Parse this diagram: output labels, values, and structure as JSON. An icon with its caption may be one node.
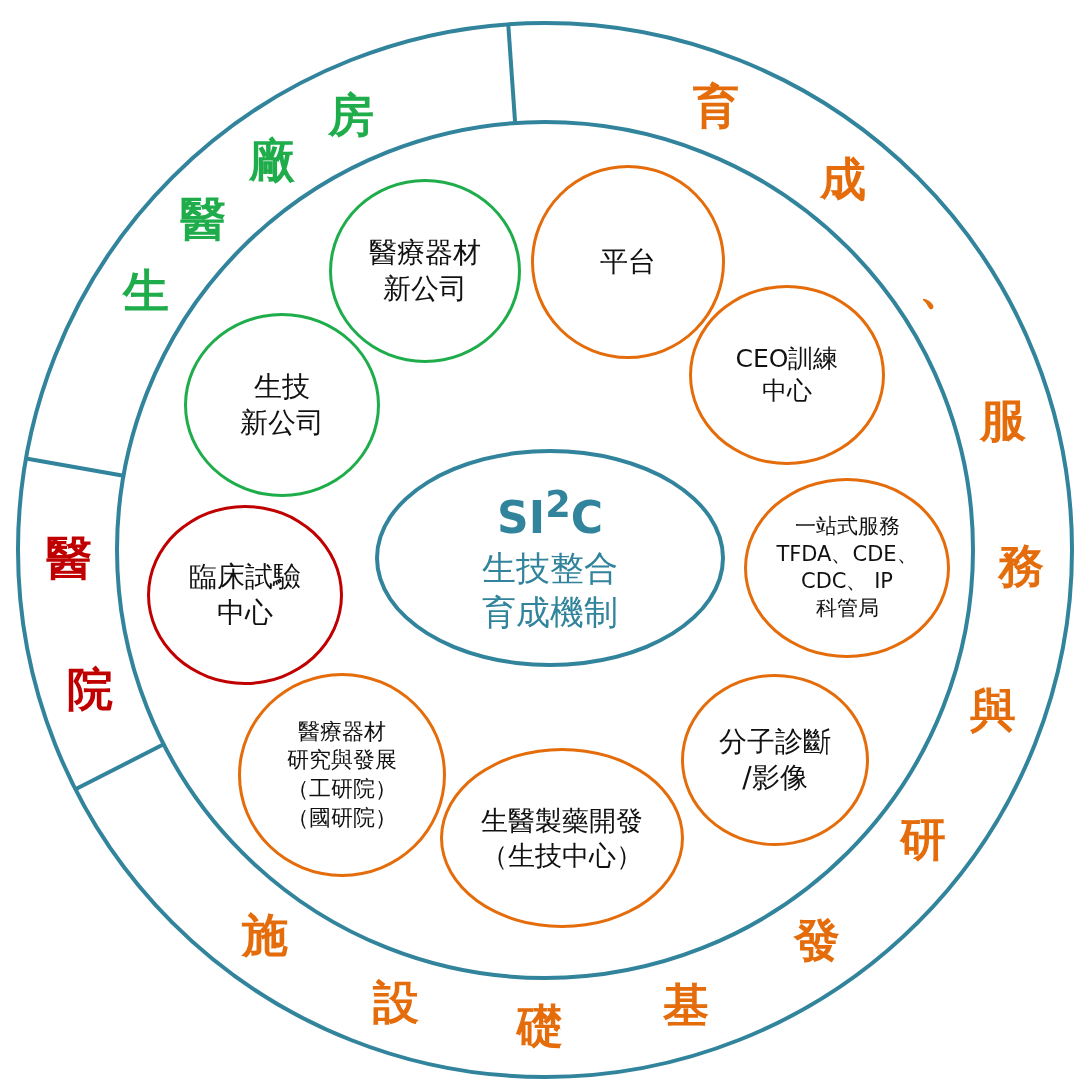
{
  "diagram": {
    "nodes": [
      {
        "text": [
          "SI$^{2}$C",
          "生技整合育成機制"
        ]
      },
      {
        "text": [
          "醫療器材新公司"
        ]
      },
      {
        "text": [
          "平台"
        ]
      },
      {
        "text": [
          "CEO訓練中心"
        ]
      },
      {
        "text": [
          "一站式服務TFDA、CDE、CDC、 IP科管局"
        ]
      },
      {
        "text": [
          "分子診斷/影像"
        ]
      },
      {
        "text": [
          "生醫製藥開發（生技中心）"
        ]
      },
      {
        "text": [
          "醫療器材研究與發展（工研院）（國研院）"
        ]
      },
      {
        "text": [
          "臨床試驗中心"
        ]
      },
      {
        "text": [
          "生技新公司"
        ]
      }
    ],
    "labels": [
      "生",
      "醫",
      "廠",
      "房",
      "醫",
      "院",
      "育",
      "成",
      "、",
      "服",
      "務",
      "與",
      "研",
      "發",
      "基",
      "礎",
      "設",
      "施"
    ]
  }
}
